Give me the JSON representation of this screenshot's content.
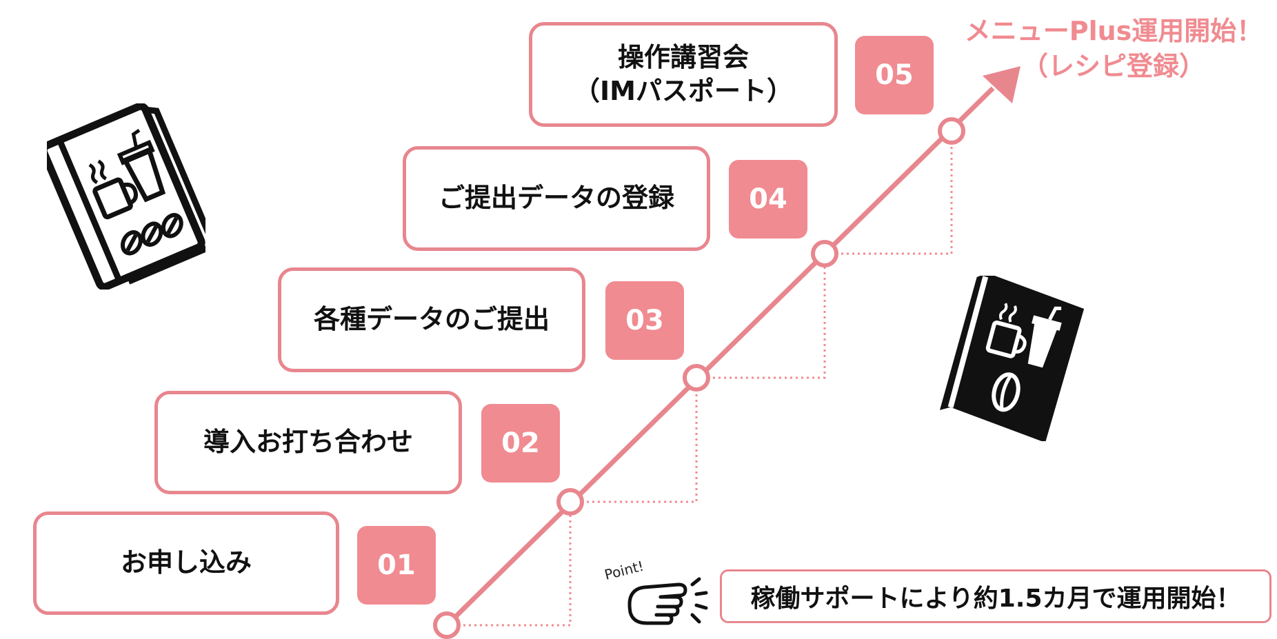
{
  "steps": [
    {
      "number": "01",
      "label": "お申し込み"
    },
    {
      "number": "02",
      "label": "導入お打ち合わせ"
    },
    {
      "number": "03",
      "label": "各種データのご提出"
    },
    {
      "number": "04",
      "label": "ご提出データの登録"
    },
    {
      "number": "05",
      "label_line1": "操作講習会",
      "label_line2": "（IMパスポート）"
    }
  ],
  "goal": {
    "line1": "メニューPlus運用開始！",
    "line2": "（レシピ登録）"
  },
  "point": {
    "label": "Point!",
    "text": "稼働サポートにより約1.5カ月で運用開始！"
  },
  "colors": {
    "accent": "#f08b91",
    "border": "#e8868e",
    "text": "#111111"
  },
  "icons": [
    "menu-book-outline-icon",
    "menu-book-filled-icon",
    "pointing-hand-icon"
  ]
}
